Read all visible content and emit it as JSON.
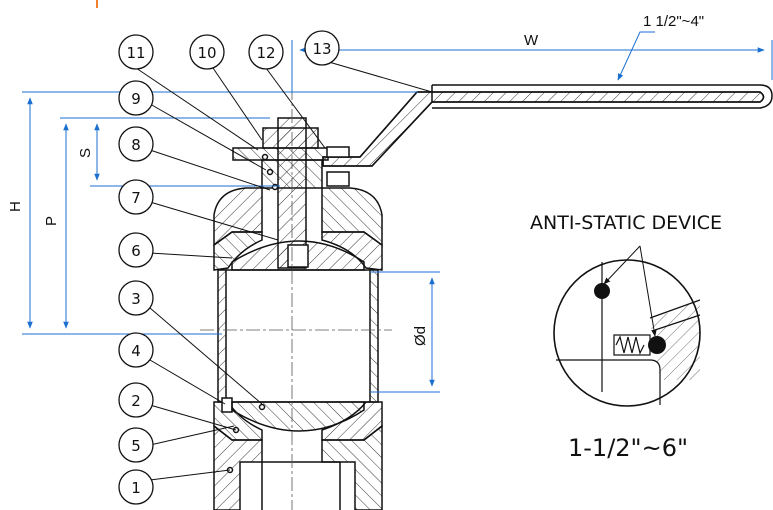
{
  "balloons": [
    "1",
    "2",
    "3",
    "4",
    "5",
    "6",
    "7",
    "8",
    "9",
    "10",
    "11",
    "12",
    "13"
  ],
  "dimensions": {
    "handle_range": "1 1/2\"~4\"",
    "width": "W",
    "height": "H",
    "p": "P",
    "s": "S",
    "bore": "Ød"
  },
  "detail": {
    "title": "ANTI-STATIC DEVICE",
    "size_range": "1-1/2\"~6\""
  },
  "colors": {
    "dimension_line": "#1a6fd0",
    "outline": "#111111",
    "accent": "#f08030"
  }
}
